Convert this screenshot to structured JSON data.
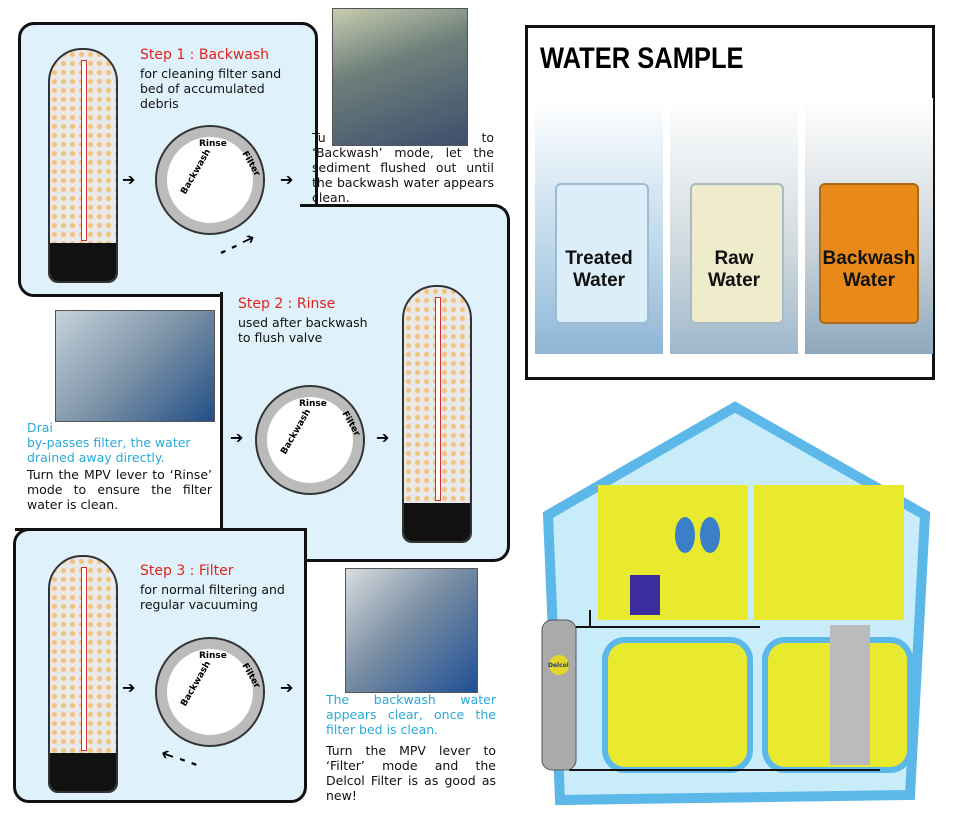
{
  "step1": {
    "title": "Step 1 : Backwash",
    "subtitle": "for cleaning filter sand bed of accumulated debris",
    "note_start": "Tu",
    "note_end": "to",
    "note": "‘Backwash’ mode, let the sediment flushed out until the backwash water appears clean."
  },
  "step2": {
    "title": "Step 2 : Rinse",
    "subtitle": "used after backwash to flush valve",
    "cyan_start": "Drai",
    "cyan": "by-passes filter, the water drained away directly.",
    "note": "Turn the MPV lever to ‘Rinse’ mode to ensure the filter water is clean."
  },
  "step3": {
    "title": "Step 3 : Filter",
    "subtitle": "for normal filtering and regular vacuuming",
    "cyan": "The backwash water appears clear, once the filter bed is clean.",
    "note": "Turn the MPV lever to ‘Filter’ mode and the Delcol Filter is as good as new!"
  },
  "valve": {
    "backwash": "Backwash",
    "rinse": "Rinse",
    "filter": "Filter"
  },
  "water_sample": {
    "title": "WATER SAMPLE",
    "glasses": [
      {
        "line1": "Treated",
        "line2": "Water",
        "color": "#dbeefa"
      },
      {
        "line1": "Raw",
        "line2": "Water",
        "color": "#efeccb"
      },
      {
        "line1": "Backwash",
        "line2": "Water",
        "color": "#e98a18"
      }
    ]
  },
  "house": {
    "tank_label": "Delcol"
  }
}
